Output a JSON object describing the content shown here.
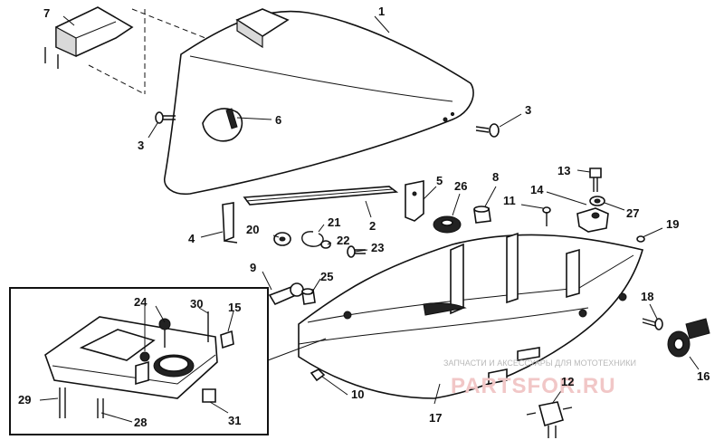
{
  "labels": {
    "p1": "1",
    "p2": "2",
    "p3a": "3",
    "p3b": "3",
    "p4": "4",
    "p5": "5",
    "p6": "6",
    "p7": "7",
    "p8": "8",
    "p9": "9",
    "p10": "10",
    "p11": "11",
    "p12": "12",
    "p13": "13",
    "p14": "14",
    "p15": "15",
    "p16": "16",
    "p17": "17",
    "p18": "18",
    "p19": "19",
    "p20": "20",
    "p21": "21",
    "p22": "22",
    "p23": "23",
    "p24": "24",
    "p25": "25",
    "p26": "26",
    "p27": "27",
    "p28": "28",
    "p29": "29",
    "p30": "30",
    "p31": "31"
  },
  "watermark": {
    "text": "ЗАПЧАСТИ И АКСЕССУАРЫ ДЛЯ МОТОТЕХНИКИ",
    "logo": "PARTSFOR.RU"
  }
}
